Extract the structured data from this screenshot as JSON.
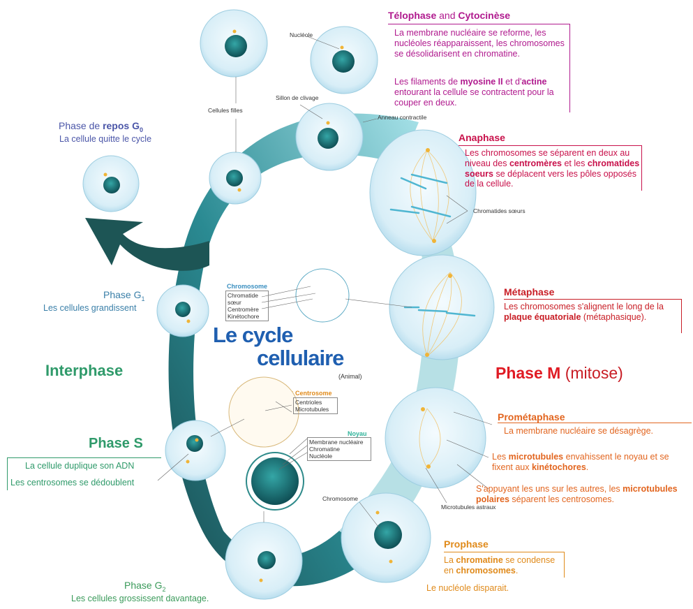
{
  "title": {
    "line1": "Le cycle",
    "line2": "cellulaire",
    "sub": "(Animal)"
  },
  "interphase": "Interphase",
  "phase_m": {
    "name": "Phase M",
    "sub": "(mitose)"
  },
  "g0": {
    "title_pre": "Phase de ",
    "title_bold": "repos G",
    "sub": "0",
    "desc": "La cellule quitte le cycle"
  },
  "g1": {
    "title": "Phase G",
    "sub": "1",
    "desc": "Les cellules grandissent"
  },
  "s": {
    "title": "Phase S",
    "desc1": "La cellule duplique son ADN",
    "desc2": "Les centrosomes se dédoublent"
  },
  "g2": {
    "title": "Phase G",
    "sub": "2",
    "desc": "Les cellules grossissent davantage."
  },
  "telophase": {
    "t1": "Télophase",
    "and": " and ",
    "t2": "Cytocinèse",
    "p1": "La membrane nucléaire se reforme, les nucléoles réapparaissent, les chromosomes se désolidarisent en chromatine.",
    "p2a": "Les filaments de ",
    "p2b": "myosine II",
    "p2c": " et d'",
    "p2d": "actine",
    "p2e": " entourant la cellule se contractent pour la couper en deux."
  },
  "anaphase": {
    "title": "Anaphase",
    "a": "Les chromosomes se séparent en deux au niveau des ",
    "b": "centromères",
    "c": " et les ",
    "d": "chromatides soeurs",
    "e": " se déplacent vers les pôles opposés de la cellule."
  },
  "metaphase": {
    "title": "Métaphase",
    "a": "Les chromosomes s'alignent le long de la ",
    "b": "plaque équatoriale",
    "c": " (métaphasique)."
  },
  "prometaphase": {
    "title": "Prométaphase",
    "p1": "La membrane nucléaire se désagrège.",
    "p2a": "Les ",
    "p2b": "microtubules",
    "p2c": " envahissent le noyau et se fixent aux ",
    "p2d": "kinétochores",
    "p2e": ".",
    "p3a": "S'appuyant les uns sur les autres, les ",
    "p3b": "microtubules polaires",
    "p3c": " séparent les centrosomes."
  },
  "prophase": {
    "title": "Prophase",
    "a": "La ",
    "b": "chromatine",
    "c": " se condense en ",
    "d": "chromosomes",
    "e": ".",
    "p2": "Le nucléole disparait."
  },
  "small_labels": {
    "nucleole": "Nucléole",
    "sillon": "Sillon de clivage",
    "cellules_filles": "Cellules filles",
    "anneau": "Anneau contractile",
    "chromatides_soeurs": "Chromatides sœurs",
    "microtubules_astraux": "Microtubules astraux",
    "chromosome": "Chromosome"
  },
  "legend_chromosome": {
    "title": "Chromosome",
    "items": [
      "Chromatide sœur",
      "Centromère",
      "Kinétochore"
    ]
  },
  "legend_centrosome": {
    "title": "Centrosome",
    "items": [
      "Centrioles",
      "Microtubules"
    ]
  },
  "legend_noyau": {
    "title": "Noyau",
    "items": [
      "Membrane nucléaire",
      "Chromatine",
      "Nucléole"
    ]
  },
  "colors": {
    "telophase": "#b01a8e",
    "anaphase": "#c8104a",
    "metaphase": "#c81d25",
    "prometaphase": "#e2651f",
    "prophase": "#e08a1a",
    "g0": "#4b56a8",
    "g1": "#3a7fa8",
    "interphase": "#2f9a6a",
    "title": "#1f5fb0",
    "phase_m": "#e01b24",
    "ring_dark": "#1d5a5a",
    "ring_light": "#8fd3dc"
  }
}
